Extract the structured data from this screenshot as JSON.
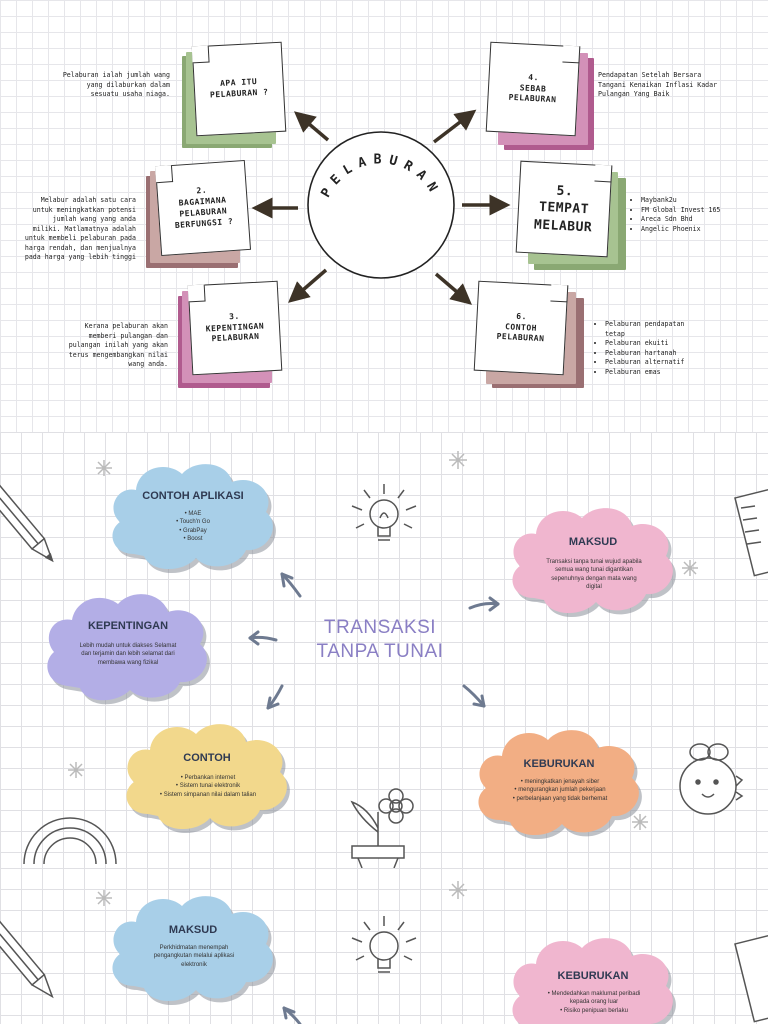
{
  "mindmap1": {
    "center": "PELABURAN",
    "notes": [
      {
        "number": "",
        "title": "APA ITU PELABURAN ?",
        "color": "#8aa873",
        "description": "Pelaburan ialah jumlah wang yang dilaburkan dalam sesuatu usaha niaga."
      },
      {
        "number": "2.",
        "title": "BAGAIMANA PELABURAN BERFUNGSI ?",
        "color": "#9a6f72",
        "description": "Melabur adalah satu cara untuk meningkatkan potensi jumlah wang yang anda miliki. Matlamatnya adalah untuk membeli pelaburan pada harga rendah, dan menjualnya pada harga yang lebih tinggi"
      },
      {
        "number": "3.",
        "title": "KEPENTINGAN PELABURAN",
        "color": "#b05b8e",
        "description": "Kerana pelaburan akan memberi pulangan dan pulangan inilah yang akan terus mengembangkan nilai wang anda."
      },
      {
        "number": "4.",
        "title": "SEBAB PELABURAN",
        "color": "#b05b8e",
        "description": "Pendapatan Setelah Bersara Tangani Kenaikan Inflasi Kadar Pulangan Yang Baik"
      },
      {
        "number": "5.",
        "title": "TEMPAT MELABUR",
        "color": "#8aa873",
        "items": [
          "Maybank2u",
          "FM Global Invest 165",
          "Areca Sdn Bhd",
          "Angelic Phoenix"
        ]
      },
      {
        "number": "6.",
        "title": "CONTOH PELABURAN",
        "color": "#9a6f72",
        "items": [
          "Pelaburan pendapatan tetap",
          "Pelaburan ekuiti",
          "Pelaburan hartanah",
          "Pelaburan alternatif",
          "Pelaburan emas"
        ]
      }
    ]
  },
  "mindmap2": {
    "center": "TRANSAKSI TANPA TUNAI",
    "clouds": {
      "contoh_aplikasi": {
        "title": "CONTOH APLIKASI",
        "color": "#a8cfe8",
        "items": [
          "MAE",
          "Touch'n Go",
          "GrabPay",
          "Boost"
        ]
      },
      "kepentingan": {
        "title": "KEPENTINGAN",
        "color": "#b3aee6",
        "body": "Lebih mudah untuk diakses Selamat dan terjamin dan lebih selamat dari membawa wang fizikal"
      },
      "contoh": {
        "title": "CONTOH",
        "color": "#f2d88c",
        "items": [
          "Perbankan internet",
          "Sistem tunai elektronik",
          "Sistem simpanan nilai dalam talian"
        ]
      },
      "maksud": {
        "title": "MAKSUD",
        "color": "#f0b6cf",
        "body": "Transaksi tanpa tunai wujud apabila semua wang tunai digantikan sepenuhnya dengan mata wang digital"
      },
      "keburukan": {
        "title": "KEBURUKAN",
        "color": "#f2ae84",
        "items": [
          "meningkatkan jenayah siber",
          "mengurangkan jumlah pekerjaan",
          "perbelanjaan yang tidak berhemat"
        ]
      }
    }
  },
  "mindmap3": {
    "clouds": {
      "maksud": {
        "title": "MAKSUD",
        "color": "#a8cfe8",
        "body": "Perkhidmatan menempah pengangkutan melalui aplikasi elektronik"
      },
      "keburukan": {
        "title": "KEBURUKAN",
        "color": "#f0b6cf",
        "items": [
          "Mendedahkan maklumat peribadi kepada orang luar",
          "Risiko penipuan berlaku"
        ]
      }
    }
  }
}
